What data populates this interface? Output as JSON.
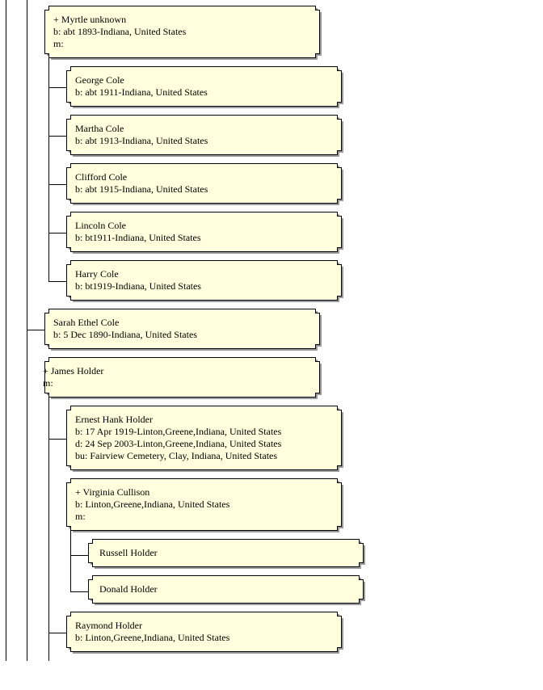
{
  "colors": {
    "card_fill": "#ffffdd",
    "card_border": "#000000",
    "shadow": "#9a9a9a",
    "line": "#000000"
  },
  "cards": [
    {
      "id": "myrtle",
      "lines": [
        "+ Myrtle unknown",
        "b: abt 1893-Indiana, United States",
        "m:"
      ]
    },
    {
      "id": "george",
      "lines": [
        "George Cole",
        "b: abt 1911-Indiana, United States"
      ]
    },
    {
      "id": "martha",
      "lines": [
        "Martha Cole",
        "b: abt 1913-Indiana, United States"
      ]
    },
    {
      "id": "clifford",
      "lines": [
        "Clifford Cole",
        "b: abt 1915-Indiana, United States"
      ]
    },
    {
      "id": "lincoln",
      "lines": [
        "Lincoln Cole",
        "b: bt1911-Indiana, United States"
      ]
    },
    {
      "id": "harry",
      "lines": [
        "Harry Cole",
        "b: bt1919-Indiana, United States"
      ]
    },
    {
      "id": "sarah",
      "lines": [
        "Sarah Ethel Cole",
        "b: 5 Dec 1890-Indiana, United States"
      ]
    },
    {
      "id": "james",
      "lines": [
        "+ James Holder",
        "m:"
      ]
    },
    {
      "id": "ernest",
      "lines": [
        "Ernest Hank Holder",
        "b: 17 Apr 1919-Linton,Greene,Indiana, United States",
        "d: 24 Sep 2003-Linton,Greene,Indiana, United States",
        "bu: Fairview Cemetery, Clay, Indiana, United States"
      ]
    },
    {
      "id": "virginia",
      "lines": [
        "+ Virginia Cullison",
        "b: Linton,Greene,Indiana, United States",
        "m:"
      ]
    },
    {
      "id": "russell",
      "lines": [
        "Russell Holder"
      ]
    },
    {
      "id": "donald",
      "lines": [
        "Donald Holder"
      ]
    },
    {
      "id": "raymond",
      "lines": [
        "Raymond Holder",
        "b: Linton,Greene,Indiana, United States"
      ]
    }
  ]
}
